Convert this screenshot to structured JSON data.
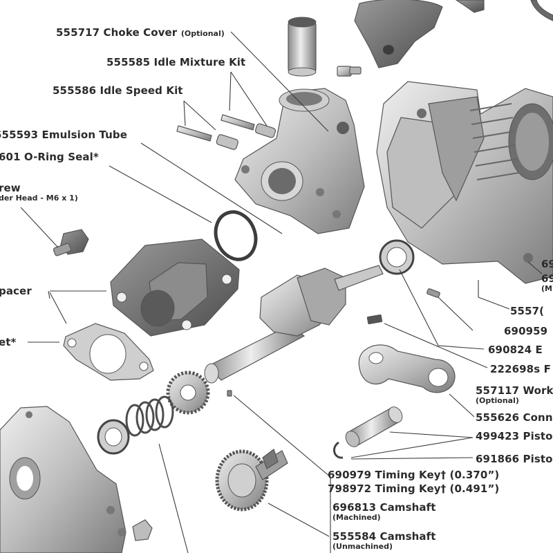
{
  "labels": {
    "choke_cover": {
      "text": "555717 Choke Cover",
      "note": "(Optional)"
    },
    "idle_mixture": {
      "text": "555585 Idle Mixture Kit"
    },
    "idle_speed": {
      "text": "555586 Idle Speed Kit"
    },
    "emulsion_tube": {
      "text": "555593 Emulsion Tube"
    },
    "oring_seal": {
      "text": "601 O-Ring Seal*"
    },
    "screw": {
      "text": "rew",
      "note": "der Head - M6 x 1)"
    },
    "spacer": {
      "text": "pacer"
    },
    "gasket": {
      "text": "et*"
    },
    "block_69a": {
      "text": "69"
    },
    "block_69b": {
      "text": "69",
      "note": "(M"
    },
    "p555570": {
      "text": "5557("
    },
    "p690959": {
      "text": "690959"
    },
    "p690824": {
      "text": "690824 E"
    },
    "p222698": {
      "text": "222698s F"
    },
    "p557117": {
      "text": "557117 Work",
      "note": "(Optional)"
    },
    "p555626": {
      "text": "555626 Conn"
    },
    "p499423": {
      "text": "499423 Pisto"
    },
    "p691866": {
      "text": "691866 Pisto"
    },
    "timing_key_1": {
      "text": "690979 Timing Key† (0.370”)"
    },
    "timing_key_2": {
      "text": "798972 Timing Key† (0.491”)"
    },
    "camshaft_machined": {
      "text": "696813 Camshaft",
      "note": "(Machined)"
    },
    "camshaft_unmachined": {
      "text": "555584 Camshaft",
      "note": "(Unmachined)"
    }
  },
  "colors": {
    "label_text": "#2b2b2b",
    "leader_line": "#3a3a3a",
    "metal_light": "#d9d9d9",
    "metal_mid": "#a8a8a8",
    "metal_dark": "#6e6e6e"
  }
}
